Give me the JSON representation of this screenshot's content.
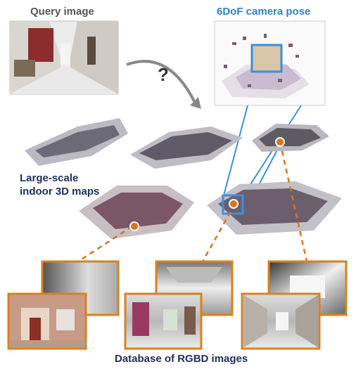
{
  "query": {
    "title": "Query image"
  },
  "pose": {
    "title": "6DoF camera pose"
  },
  "maps": {
    "line1": "Large-scale",
    "line2": "indoor 3D maps"
  },
  "database": {
    "caption": "Database of RGBD images"
  },
  "arrow": {
    "symbol": "?"
  },
  "colors": {
    "title_gray": "#555555",
    "title_blue": "#2f7fd0",
    "label_navy": "#1f2f5c",
    "pose_line": "#3b8fe0",
    "thumb_border": "#d9811f",
    "marker": "#d8741c",
    "arrow_gray": "#888888"
  }
}
